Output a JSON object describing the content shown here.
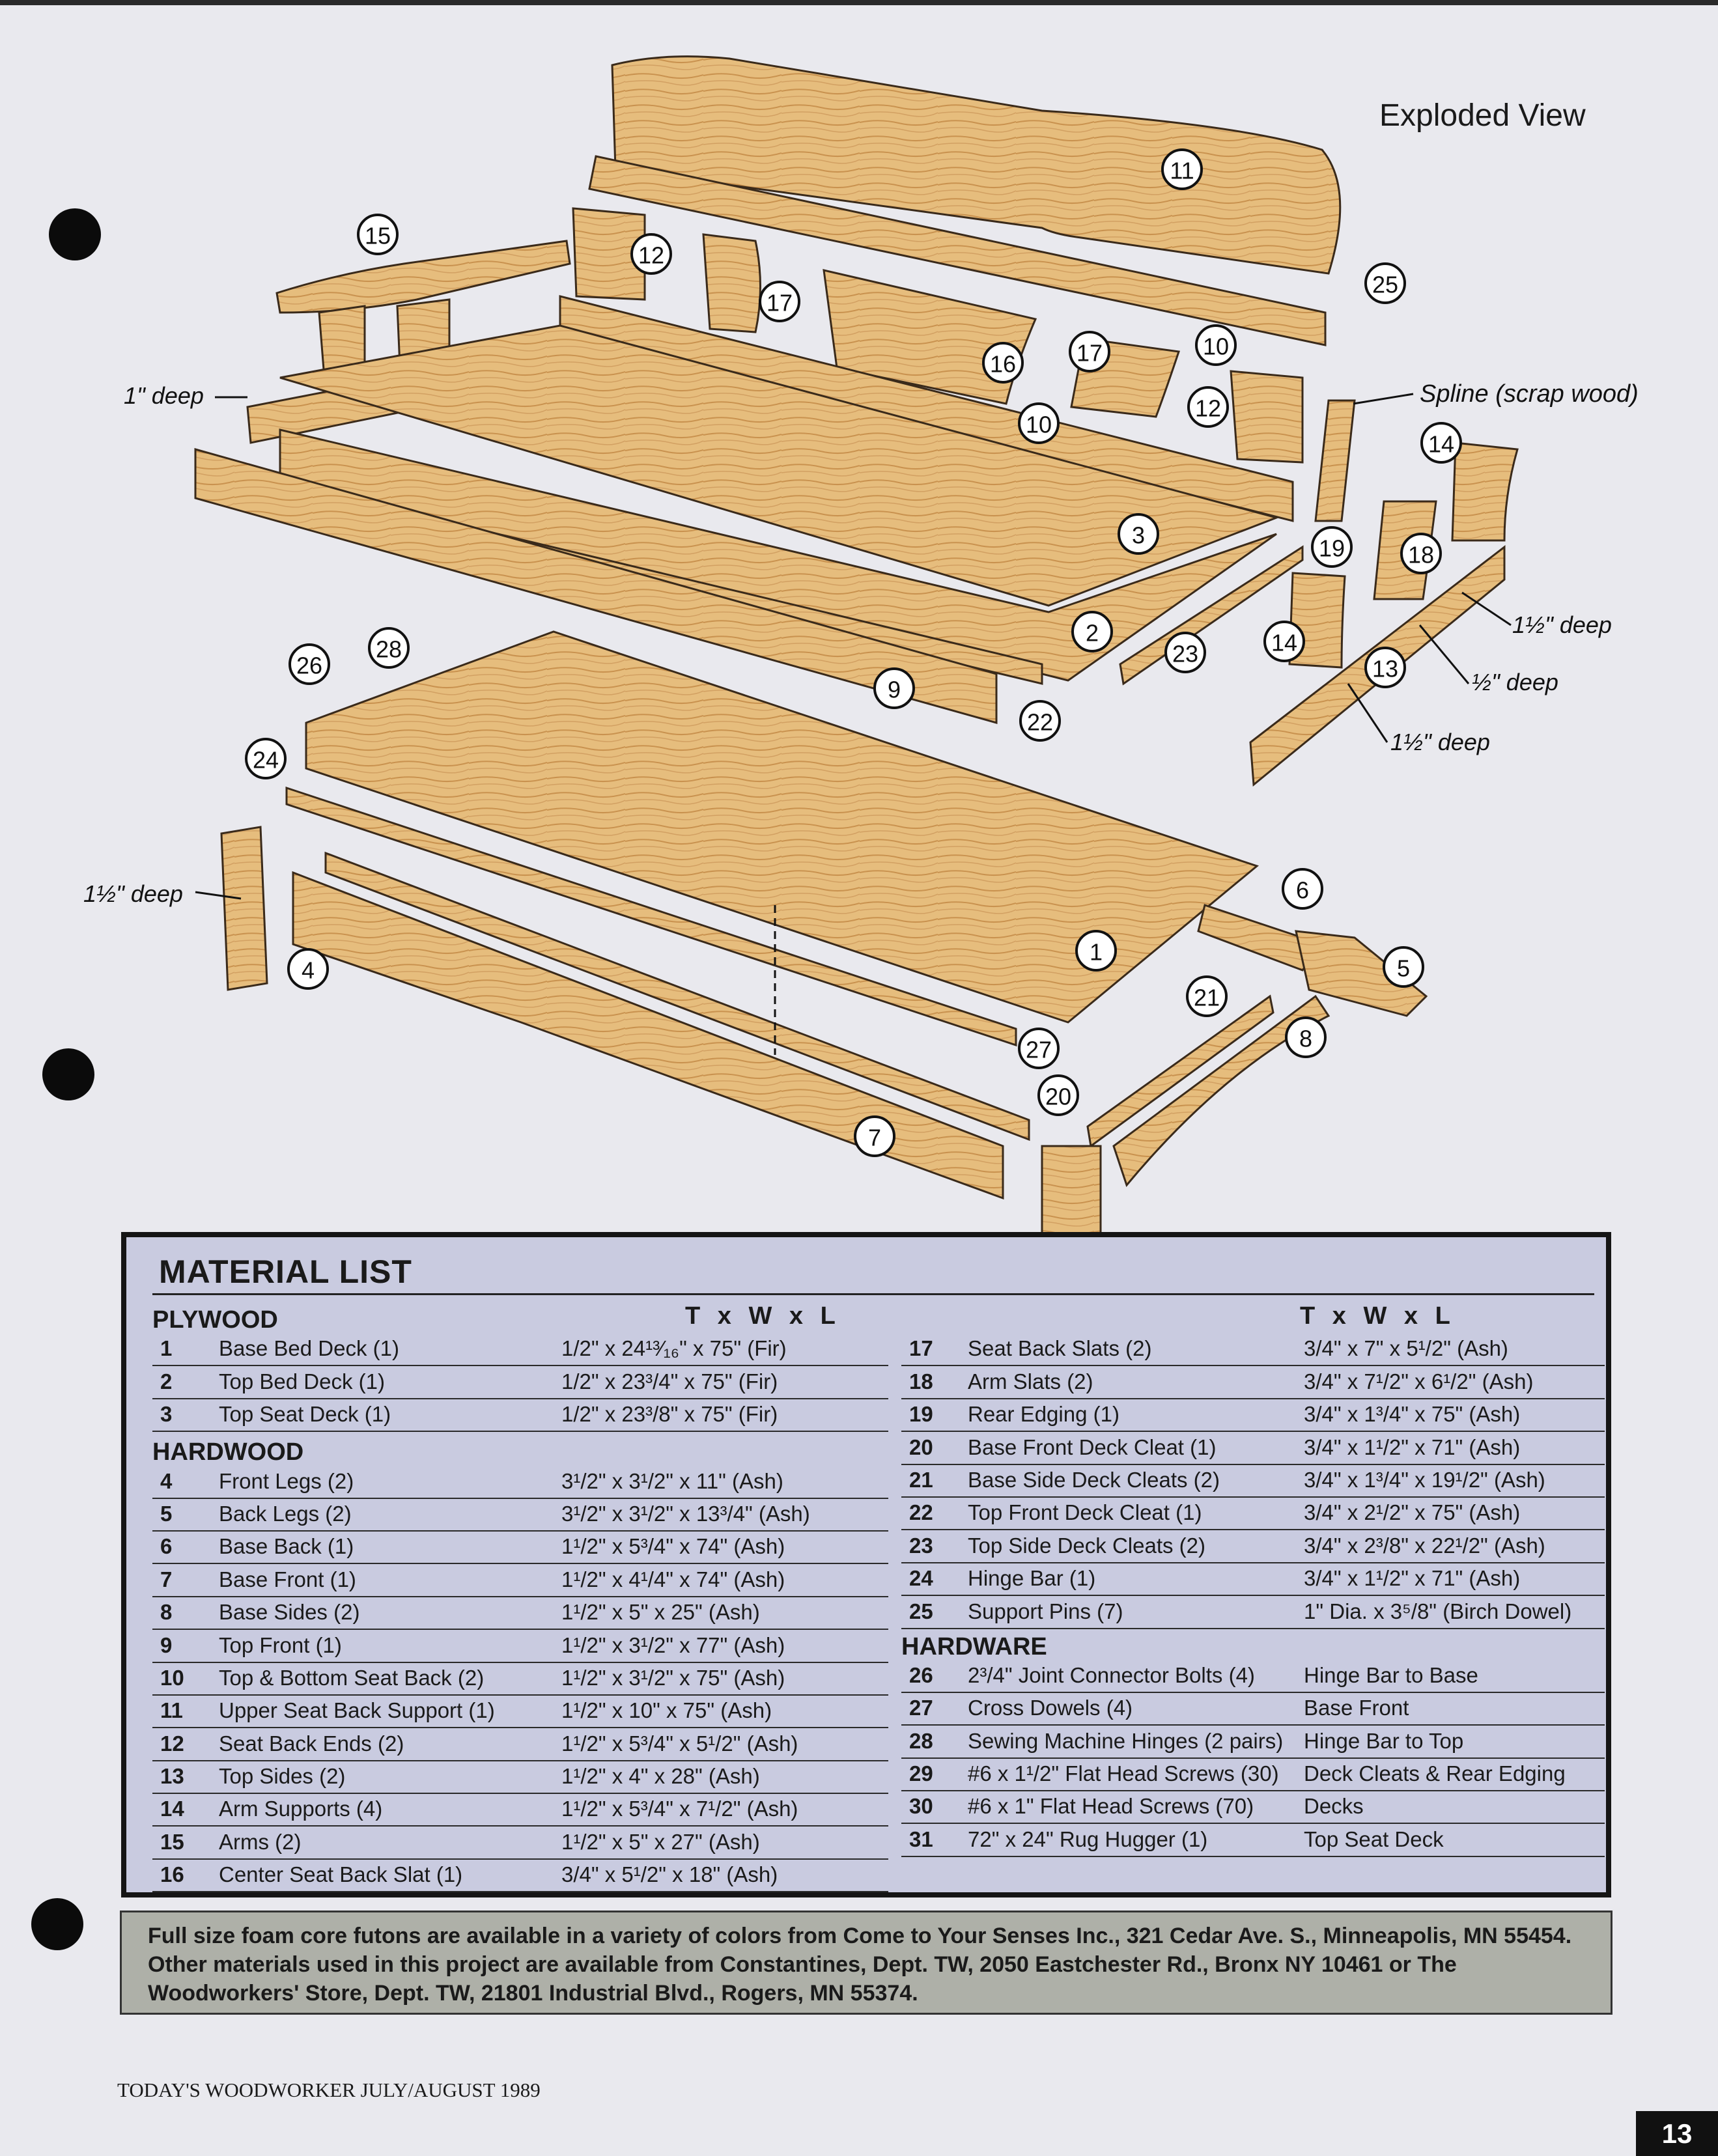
{
  "title": "Exploded View",
  "dimension_labels": {
    "one_deep": "1\" deep",
    "one_half_deep_leg": "1½\" deep",
    "spline": "Spline (scrap wood)",
    "one_half_deep_a": "1½\" deep",
    "half_deep": "½\" deep",
    "one_half_deep_b": "1½\" deep"
  },
  "callouts": [
    "11",
    "25",
    "15",
    "12",
    "17",
    "16",
    "17",
    "10",
    "10",
    "12",
    "14",
    "3",
    "19",
    "18",
    "2",
    "23",
    "14",
    "13",
    "28",
    "26",
    "9",
    "22",
    "24",
    "1",
    "6",
    "5",
    "4",
    "21",
    "8",
    "27",
    "20",
    "7"
  ],
  "material_list": {
    "title": "MATERIAL LIST",
    "column_header": "T x W x L",
    "sections_left": [
      {
        "heading": "PLYWOOD",
        "items": [
          {
            "no": "1",
            "desc": "Base Bed Deck (1)",
            "dims": "1/2\" x 24¹³⁄₁₆\" x 75\" (Fir)"
          },
          {
            "no": "2",
            "desc": "Top Bed Deck (1)",
            "dims": "1/2\" x 23³/4\" x 75\" (Fir)"
          },
          {
            "no": "3",
            "desc": "Top Seat Deck (1)",
            "dims": "1/2\" x 23³/8\" x 75\" (Fir)"
          }
        ]
      },
      {
        "heading": "HARDWOOD",
        "items": [
          {
            "no": "4",
            "desc": "Front Legs (2)",
            "dims": "3¹/2\" x 3¹/2\" x 11\" (Ash)"
          },
          {
            "no": "5",
            "desc": "Back Legs (2)",
            "dims": "3¹/2\" x 3¹/2\" x 13³/4\" (Ash)"
          },
          {
            "no": "6",
            "desc": "Base Back (1)",
            "dims": "1¹/2\" x 5³/4\" x 74\" (Ash)"
          },
          {
            "no": "7",
            "desc": "Base Front (1)",
            "dims": "1¹/2\" x 4¹/4\" x 74\" (Ash)"
          },
          {
            "no": "8",
            "desc": "Base Sides (2)",
            "dims": "1¹/2\" x 5\" x 25\" (Ash)"
          },
          {
            "no": "9",
            "desc": "Top Front (1)",
            "dims": "1¹/2\" x 3¹/2\" x 77\" (Ash)"
          },
          {
            "no": "10",
            "desc": "Top & Bottom Seat Back (2)",
            "dims": "1¹/2\" x 3¹/2\" x 75\" (Ash)"
          },
          {
            "no": "11",
            "desc": "Upper Seat Back Support (1)",
            "dims": "1¹/2\" x 10\" x 75\" (Ash)"
          },
          {
            "no": "12",
            "desc": "Seat Back Ends (2)",
            "dims": "1¹/2\" x 5³/4\" x 5¹/2\" (Ash)"
          },
          {
            "no": "13",
            "desc": "Top Sides (2)",
            "dims": "1¹/2\" x 4\" x 28\" (Ash)"
          },
          {
            "no": "14",
            "desc": "Arm Supports (4)",
            "dims": "1¹/2\" x 5³/4\" x 7¹/2\" (Ash)"
          },
          {
            "no": "15",
            "desc": "Arms (2)",
            "dims": "1¹/2\" x 5\" x 27\" (Ash)"
          },
          {
            "no": "16",
            "desc": "Center Seat Back Slat (1)",
            "dims": "3/4\" x 5¹/2\" x 18\" (Ash)"
          }
        ]
      }
    ],
    "items_right": [
      {
        "no": "17",
        "desc": "Seat Back Slats (2)",
        "dims": "3/4\" x 7\" x 5¹/2\" (Ash)"
      },
      {
        "no": "18",
        "desc": "Arm Slats (2)",
        "dims": "3/4\" x 7¹/2\" x 6¹/2\" (Ash)"
      },
      {
        "no": "19",
        "desc": "Rear Edging (1)",
        "dims": "3/4\" x 1³/4\" x 75\" (Ash)"
      },
      {
        "no": "20",
        "desc": "Base Front Deck Cleat (1)",
        "dims": "3/4\" x 1¹/2\" x 71\" (Ash)"
      },
      {
        "no": "21",
        "desc": "Base Side Deck Cleats (2)",
        "dims": "3/4\" x 1³/4\" x 19¹/2\" (Ash)"
      },
      {
        "no": "22",
        "desc": "Top Front Deck Cleat (1)",
        "dims": "3/4\" x 2¹/2\" x 75\" (Ash)"
      },
      {
        "no": "23",
        "desc": "Top Side Deck Cleats (2)",
        "dims": "3/4\" x 2³/8\" x 22¹/2\" (Ash)"
      },
      {
        "no": "24",
        "desc": "Hinge Bar (1)",
        "dims": "3/4\" x 1¹/2\" x 71\" (Ash)"
      },
      {
        "no": "25",
        "desc": "Support Pins (7)",
        "dims": "1\" Dia. x 3⁵/8\" (Birch Dowel)"
      }
    ],
    "hardware_heading": "HARDWARE",
    "hardware": [
      {
        "no": "26",
        "desc": "2³/4\" Joint Connector Bolts (4)",
        "dims": "Hinge Bar to Base"
      },
      {
        "no": "27",
        "desc": "Cross Dowels (4)",
        "dims": "Base Front"
      },
      {
        "no": "28",
        "desc": "Sewing Machine Hinges (2 pairs)",
        "dims": "Hinge Bar to Top"
      },
      {
        "no": "29",
        "desc": "#6 x 1¹/2\" Flat Head Screws (30)",
        "dims": "Deck Cleats & Rear Edging"
      },
      {
        "no": "30",
        "desc": "#6 x 1\" Flat Head Screws (70)",
        "dims": "Decks"
      },
      {
        "no": "31",
        "desc": "72\" x 24\" Rug Hugger (1)",
        "dims": "Top Seat Deck"
      }
    ]
  },
  "note": "Full size foam core futons are available in a variety of colors from Come to Your Senses Inc., 321 Cedar Ave. S., Minneapolis, MN 55454. Other materials used in this project are available from Constantines, Dept. TW, 2050 Eastchester Rd., Bronx NY 10461 or The Woodworkers' Store, Dept. TW, 21801 Industrial Blvd., Rogers, MN 55374.",
  "footer": "TODAY'S WOODWORKER  JULY/AUGUST 1989",
  "page_number": "13",
  "colors": {
    "wood": "#e3b877",
    "wood_dark": "#c98f4c",
    "box": "#c9cbe0",
    "note_bg": "#aeb0a8"
  }
}
